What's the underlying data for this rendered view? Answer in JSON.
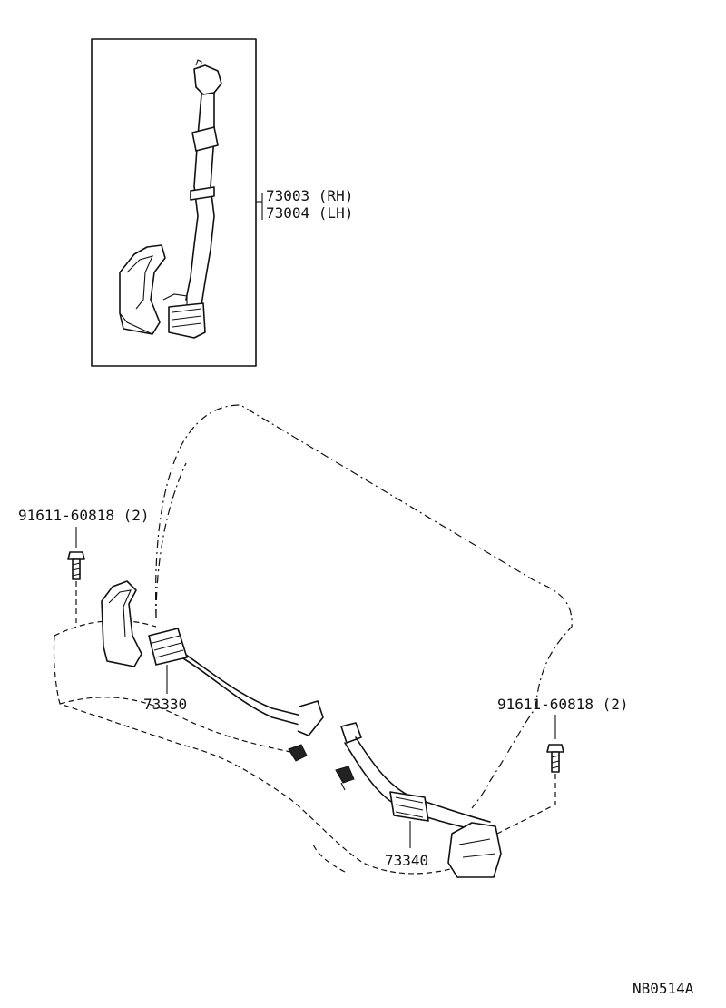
{
  "labels": {
    "belt_rh": "73003 (RH)",
    "belt_lh": "73004 (LH)",
    "bolt_left": "91611-60818 (2)",
    "bolt_right": "91611-60818 (2)",
    "buckle_left": "73330",
    "buckle_right": "73340",
    "figure_code": "NB0514A"
  },
  "icons": [
    "bolt-icon",
    "retractor-icon",
    "buckle-icon",
    "anchor-icon"
  ]
}
